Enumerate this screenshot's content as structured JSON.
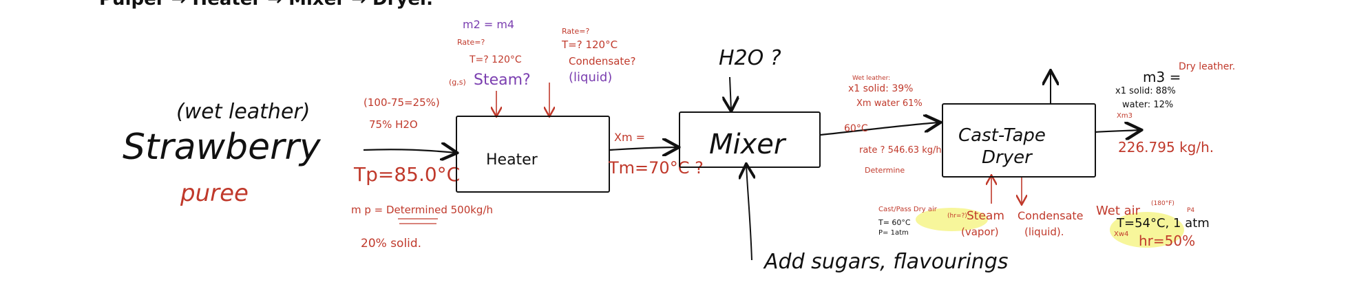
{
  "colors": {
    "ink": "#111111",
    "red": "#c0392b",
    "purple": "#7b3fb0",
    "highlight": "#f6f58a"
  },
  "top_line": "Pulper → Heater → Mixer → Dryer.",
  "feed": {
    "title": "Strawberry",
    "subtitle": "puree",
    "note": "(wet leather)"
  },
  "feed_stream": {
    "calc": "(100-75=25%)",
    "water": "75% H2O",
    "temp": "Tp=85.0°C",
    "mass_rate": "m p = Determined 500kg/h",
    "solid": "20% solid."
  },
  "steam_in": {
    "m_eq": "m2 = m4",
    "rate": "Rate=?",
    "temp": "T=? 120°C",
    "phase": "(g,s)",
    "label": "Steam?"
  },
  "condensate_out": {
    "rate": "Rate=?",
    "temp": "T=? 120°C",
    "label": "Condensate?",
    "phase": "(liquid)"
  },
  "heater": {
    "label": "Heater"
  },
  "heater_out": {
    "xm": "Xm =",
    "temp": "Tm=70°C ?"
  },
  "mixer": {
    "label": "Mixer",
    "water_in": "H2O ?",
    "additives": "Add sugars, flavourings"
  },
  "mixer_out": {
    "header": "Wet leather:",
    "solid": "x1 solid: 39%",
    "water": "Xm water 61%",
    "temp": "60°C",
    "rate": "rate ? 546.63 kg/h",
    "determine": "Determine"
  },
  "dryer": {
    "label_line1": "Cast-Tape",
    "label_line2": "Dryer"
  },
  "dryer_product": {
    "m3": "m3 =",
    "name": "Dry leather.",
    "solid": "x1 solid: 88%",
    "water": "water: 12%",
    "x": "Xm3",
    "rate": "226.795 kg/h."
  },
  "dry_air_in": {
    "label": "Cast/Pass Dry air",
    "temp": "T= 60°C",
    "pressure": "P= 1atm",
    "note": "(hr=?)"
  },
  "steam_vapor": {
    "label": "Steam",
    "phase": "(vapor)"
  },
  "condensate_liquid": {
    "label": "Condensate",
    "phase": "(liquid)."
  },
  "wet_air_out": {
    "label": "Wet air",
    "extra": "(180°F)",
    "p": "P4",
    "temp": "T=54°C, 1 atm",
    "x": "Xw4",
    "hr": "hr=50%"
  }
}
